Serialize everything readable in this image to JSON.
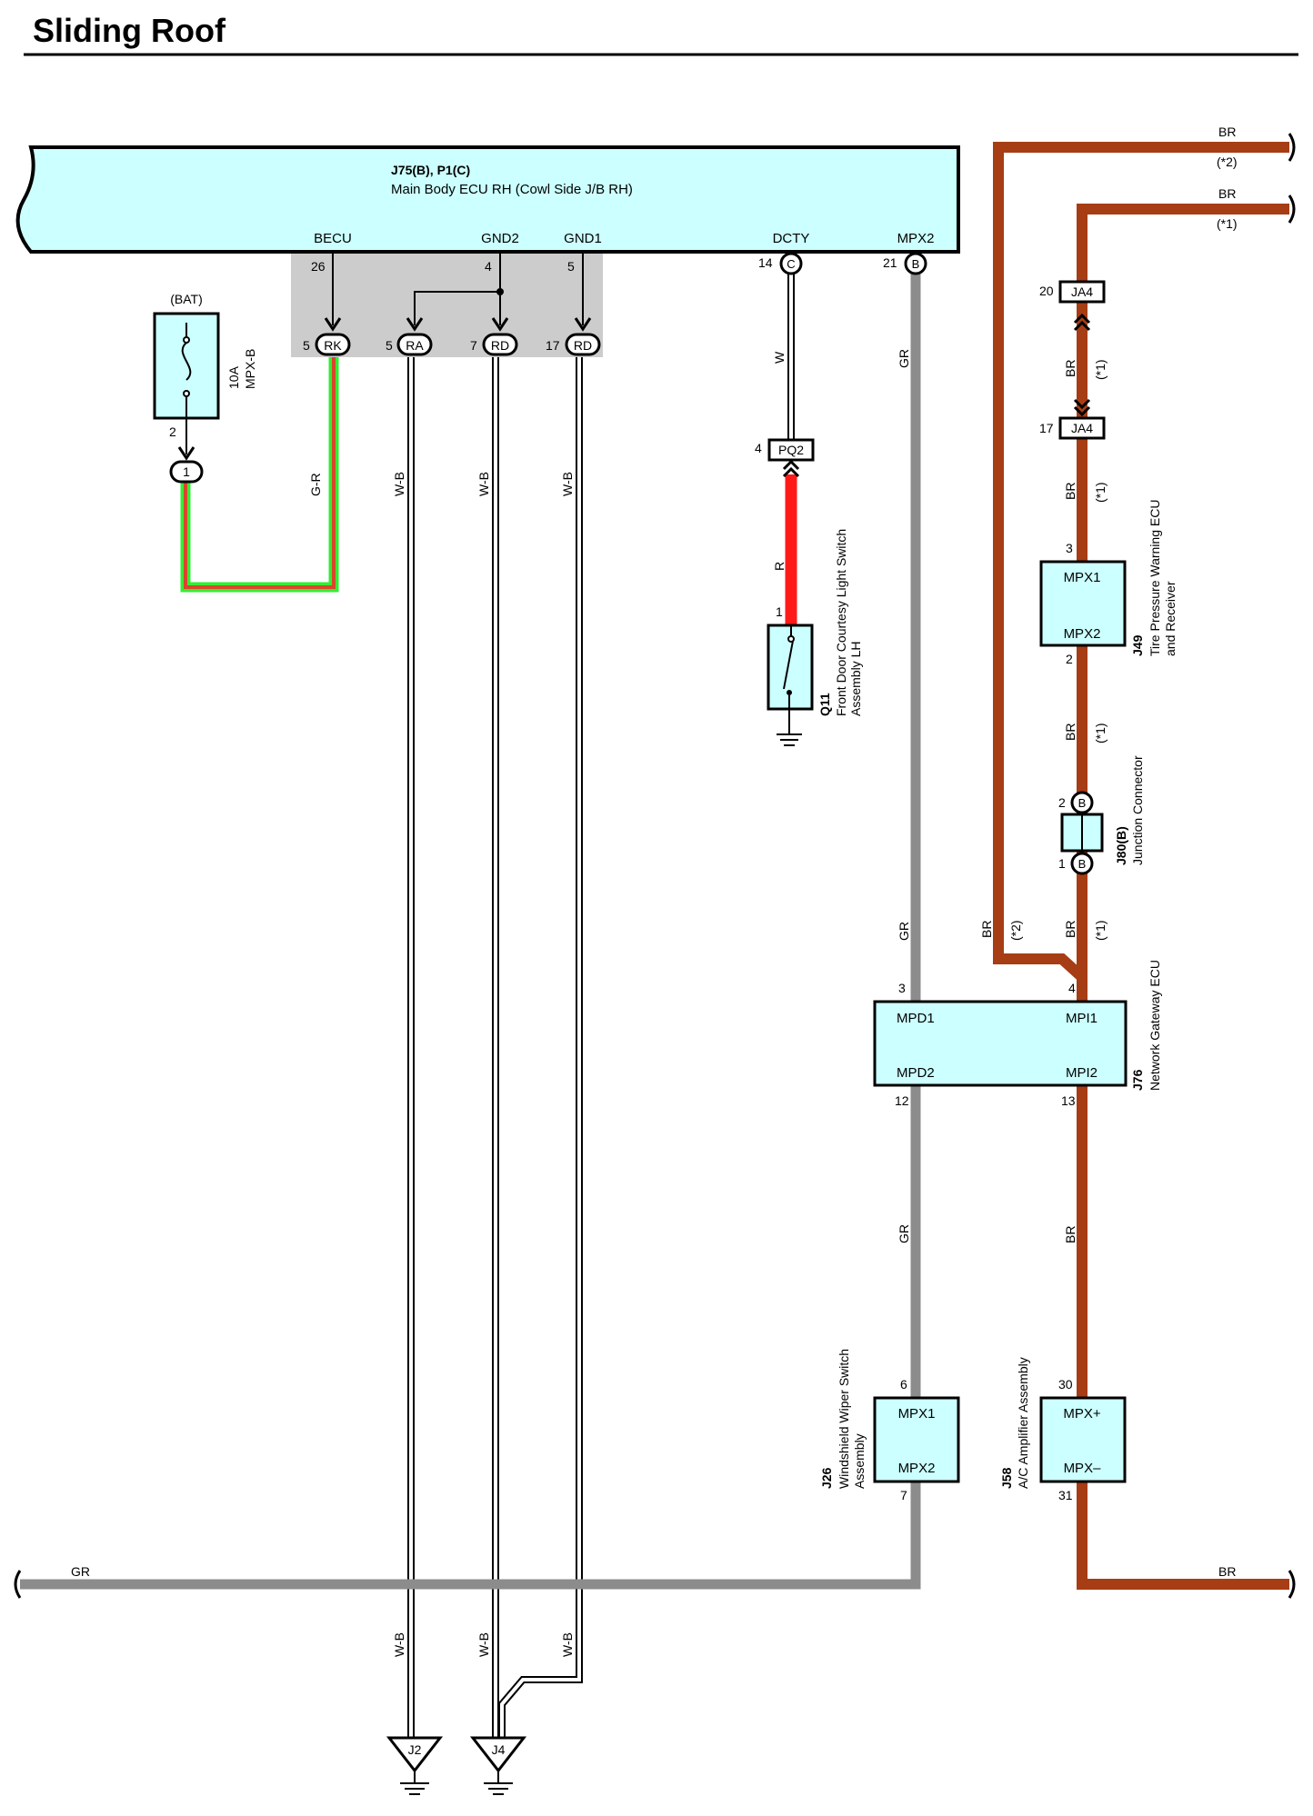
{
  "title": "Sliding Roof",
  "colors": {
    "ecu_fill": "#ccffff",
    "shade": "#cccccc",
    "wire_GR": "#8c8c8c",
    "wire_BR": "#a63d14",
    "wire_R": "#ff1a1a",
    "wire_G": "#33ee33"
  },
  "main_ecu": {
    "code": "J75(B), P1(C)",
    "name": "Main Body ECU RH (Cowl Side J/B RH)",
    "terminals": {
      "becu": {
        "label": "BECU",
        "pin": "26"
      },
      "gnd2": {
        "label": "GND2",
        "pin": "4"
      },
      "gnd1": {
        "label": "GND1",
        "pin": "5"
      },
      "dcty": {
        "label": "DCTY",
        "pin": "14",
        "conn": "C"
      },
      "mpx2": {
        "label": "MPX2",
        "pin": "21",
        "conn": "B"
      }
    }
  },
  "junction_blocks": [
    {
      "pin": "5",
      "code": "RK"
    },
    {
      "pin": "5",
      "code": "RA"
    },
    {
      "pin": "7",
      "code": "RD"
    },
    {
      "pin": "17",
      "code": "RD"
    }
  ],
  "fuse": {
    "source": "(BAT)",
    "rating": "10A",
    "name": "MPX-B",
    "pin": "2",
    "conn": "1"
  },
  "wire_labels": {
    "gr": "G-R",
    "wb": "W-B",
    "w": "W",
    "r": "R",
    "gray": "GR",
    "br": "BR",
    "note1": "(*1)",
    "note2": "(*2)"
  },
  "q11": {
    "code": "Q11",
    "name_line1": "Front Door Courtesy Light Switch",
    "name_line2": "Assembly LH",
    "conn": "PQ2",
    "pin_conn": "4",
    "pin_sw": "1"
  },
  "ja4": {
    "code": "JA4",
    "pin_top": "20",
    "pin_bottom": "17"
  },
  "j49": {
    "code": "J49",
    "name_line1": "Tire Pressure Warning ECU",
    "name_line2": "and Receiver",
    "t1": "MPX1",
    "t2": "MPX2",
    "pin1": "3",
    "pin2": "2"
  },
  "j80": {
    "code": "J80(B)",
    "name": "Junction Connector",
    "conn": "B",
    "pin1": "2",
    "pin2": "1"
  },
  "j76": {
    "code": "J76",
    "name": "Network Gateway ECU",
    "tl": "MPD1",
    "bl": "MPD2",
    "tr": "MPI1",
    "br": "MPI2",
    "p_tl": "3",
    "p_bl": "12",
    "p_tr": "4",
    "p_br": "13"
  },
  "j26": {
    "code": "J26",
    "name_line1": "Windshield Wiper Switch",
    "name_line2": "Assembly",
    "t1": "MPX1",
    "t2": "MPX2",
    "pin1": "6",
    "pin2": "7"
  },
  "j58": {
    "code": "J58",
    "name": "A/C Amplifier Assembly",
    "t1": "MPX+",
    "t2": "MPX–",
    "pin1": "30",
    "pin2": "31"
  },
  "grounds": [
    {
      "code": "J2"
    },
    {
      "code": "J4"
    }
  ]
}
